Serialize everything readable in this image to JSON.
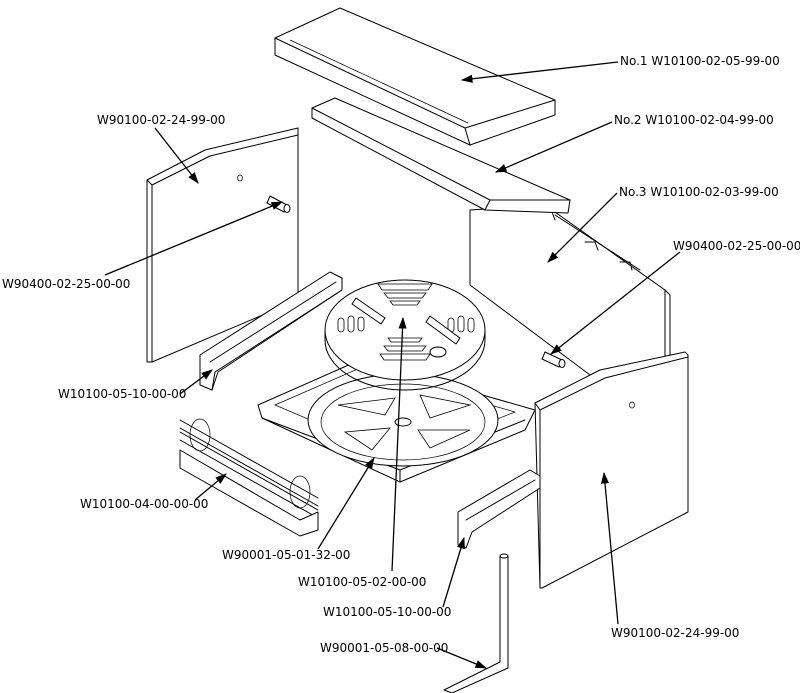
{
  "callouts": [
    {
      "text": "No.1 W10100-02-05-99-00"
    },
    {
      "text": "No.2 W10100-02-04-99-00"
    },
    {
      "text": "No.3 W10100-02-03-99-00"
    },
    {
      "text": "W90100-02-24-99-00"
    },
    {
      "text": "W90400-02-25-00-00"
    },
    {
      "text": "W90400-02-25-00-00"
    },
    {
      "text": "W10100-05-10-00-00"
    },
    {
      "text": "W10100-04-00-00-00"
    },
    {
      "text": "W90001-05-01-32-00"
    },
    {
      "text": "W10100-05-02-00-00"
    },
    {
      "text": "W10100-05-10-00-00"
    },
    {
      "text": "W90001-05-08-00-00"
    },
    {
      "text": "W90100-02-24-99-00"
    }
  ]
}
